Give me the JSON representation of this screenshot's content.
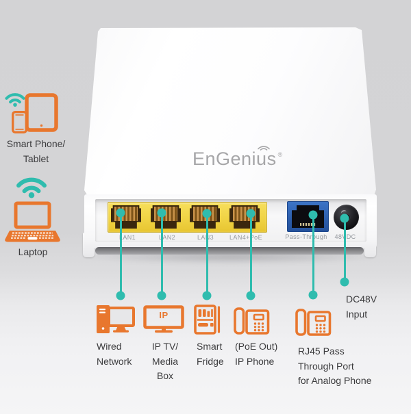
{
  "brand": {
    "name": "EnGenius",
    "registered": "®"
  },
  "wireless_clients": [
    {
      "id": "smartphone-tablet",
      "label": "Smart Phone/\nTablet"
    },
    {
      "id": "laptop",
      "label": "Laptop"
    }
  ],
  "ports": [
    {
      "id": "lan1",
      "label": "LAN1",
      "type": "rj45-yellow"
    },
    {
      "id": "lan2",
      "label": "LAN2",
      "type": "rj45-yellow"
    },
    {
      "id": "lan3",
      "label": "LAN3",
      "type": "rj45-yellow"
    },
    {
      "id": "lan4-poe",
      "label": "LAN4+PoE",
      "type": "rj45-yellow"
    },
    {
      "id": "pass-through",
      "label": "Pass-Through",
      "type": "rj45-blue"
    },
    {
      "id": "dc-48v",
      "label": "48VDC",
      "type": "dc-jack"
    }
  ],
  "connections": [
    {
      "port": "LAN1",
      "icon": "desktop-computer-icon",
      "label": "Wired\nNetwork"
    },
    {
      "port": "LAN2",
      "icon": "ip-tv-icon",
      "icon_text": "IP",
      "label": "IP TV/\nMedia\nBox"
    },
    {
      "port": "LAN3",
      "icon": "smart-fridge-icon",
      "label": "Smart\nFridge"
    },
    {
      "port": "LAN4+PoE",
      "icon": "ip-phone-icon",
      "label": "(PoE Out)\nIP Phone"
    },
    {
      "port": "Pass-Through",
      "icon": "analog-phone-icon",
      "label": "RJ45 Pass\nThrough Port\nfor Analog Phone"
    },
    {
      "port": "48VDC",
      "icon": "none",
      "label": "DC48V\nInput"
    }
  ],
  "colors": {
    "background_top": "#D4D4D6",
    "background_bottom": "#F5F5F6",
    "accent_orange": "#E8772E",
    "accent_teal": "#2FBCAE",
    "device_white": "#FDFDFE",
    "port_yellow": "#F0D344",
    "port_blue": "#2C5DAB",
    "dc_jack_black": "#1A1A1C",
    "port_label_gray": "#94989D",
    "logo_gray": "#A6A6A8",
    "label_text": "#3C3C3E"
  }
}
